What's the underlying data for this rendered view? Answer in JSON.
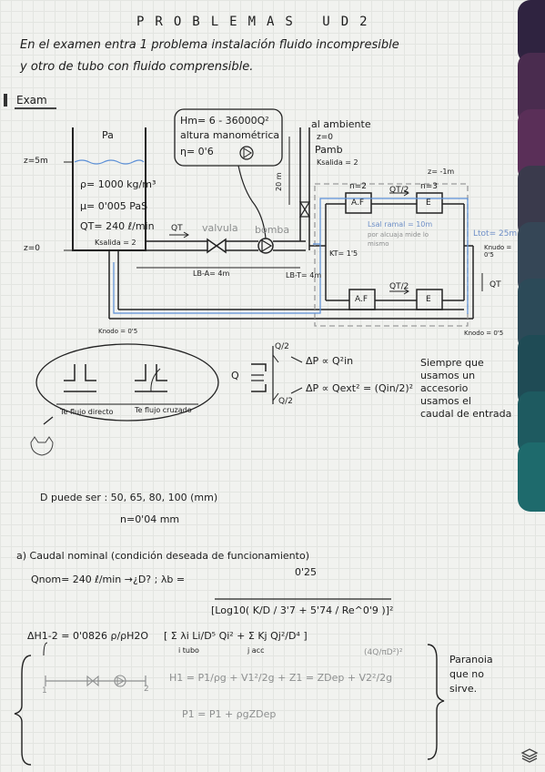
{
  "header": {
    "title": "PROBLEMAS UD2"
  },
  "intro": {
    "line1": "En el examen entra 1 problema instalación fluido incompresible",
    "line2": "y otro de tubo con fluido comprensible."
  },
  "section_tag": "Exam",
  "diagram": {
    "tank_label": "Pa",
    "z_top": "z=5m",
    "z_bottom": "z=0",
    "rho": "ρ= 1000 kg/m³",
    "mu": "μ= 0'005 PaS",
    "qt": "QT= 240 ℓ/min",
    "k_outlet": "Ksalida = 2",
    "pump_box_l1": "Hm= 6 - 36000Q²",
    "pump_box_l2": "altura manométrica",
    "pump_box_l3": "η= 0'6",
    "valvula": "valvula",
    "bomba": "bomba",
    "qt_arrow": "QT",
    "l_ab": "LB-A= 4m",
    "l_bt": "LB-T= 4m",
    "ambient_l1": "al ambiente",
    "ambient_l2": "z=0",
    "ambient_l3": "Pamb",
    "ambient_l4": "Ksalida = 2",
    "height_20": "20 m",
    "z_minus1": "z= -1m",
    "n2": "n=2",
    "n3": "n=3",
    "af": "A.F",
    "e": "E",
    "qt2": "QT/2",
    "ramal_l1": "Lsal ramal = 10m",
    "ramal_l2": "por alcuaja mide lo",
    "ramal_l3": "mismo",
    "kt": "KT= 1'5",
    "ltot": "Ltot= 25m",
    "knudo_right": "Knudo = 0'5",
    "qt_right": "QT",
    "knudo_left": "Knodo = 0'5",
    "knodo_bottom_right": "Knodo = 0'5"
  },
  "fig2": {
    "direct": "Te flujo directo",
    "crossed": "Te flujo cruzado",
    "q": "Q",
    "q2_top": "Q/2",
    "q2_bottom": "Q/2",
    "dp1": "ΔP ∝ Q²in",
    "dp2": "ΔP ∝ Qext² = (Qin/2)²",
    "note_l1": "Siempre que",
    "note_l2": "usamos un",
    "note_l3": "accesorio",
    "note_l4": "usamos el",
    "note_l5": "caudal de entrada"
  },
  "diam": {
    "line1": "D puede ser :  50, 65, 80, 100 (mm)",
    "line2": "n=0'04 mm"
  },
  "part_a": {
    "title": "a) Caudal nominal (condición deseada de funcionamiento)",
    "qnom": "Qnom= 240 ℓ/min →¿D? ;  λb =",
    "lambda_num": "0'25",
    "lambda_den": "[Log10( K/D / 3'7 + 5'74 / Re^0'9 )]²",
    "dh_lhs": "ΔH1-2 = 0'0826 ρ/ρH2O",
    "dh_rhs": "[ Σ λi Li/D⁵ Qi² + Σ Kj Qj²/D⁴ ]",
    "dh_sub1": "i tubo",
    "dh_sub2": "j acc",
    "pt1": "1",
    "pt2": "2",
    "h1_eq": "H1 = P1/ρg + V1²/2g + Z1 = ZDep + V2²/2g",
    "v2_term": "(4Q/πD²)²",
    "p1_eq": "P1 = P1 + ρgZDep",
    "side_l1": "Paranoia",
    "side_l2": "que no",
    "side_l3": "sirve."
  },
  "colors": {
    "tab1": "#2f2340",
    "tab2": "#4a2c4f",
    "tab3": "#5a2f58",
    "tab4": "#3a3a4c",
    "tab5": "#3a4a55",
    "tab6": "#1f4b55",
    "tab7": "#1e6a6c"
  }
}
